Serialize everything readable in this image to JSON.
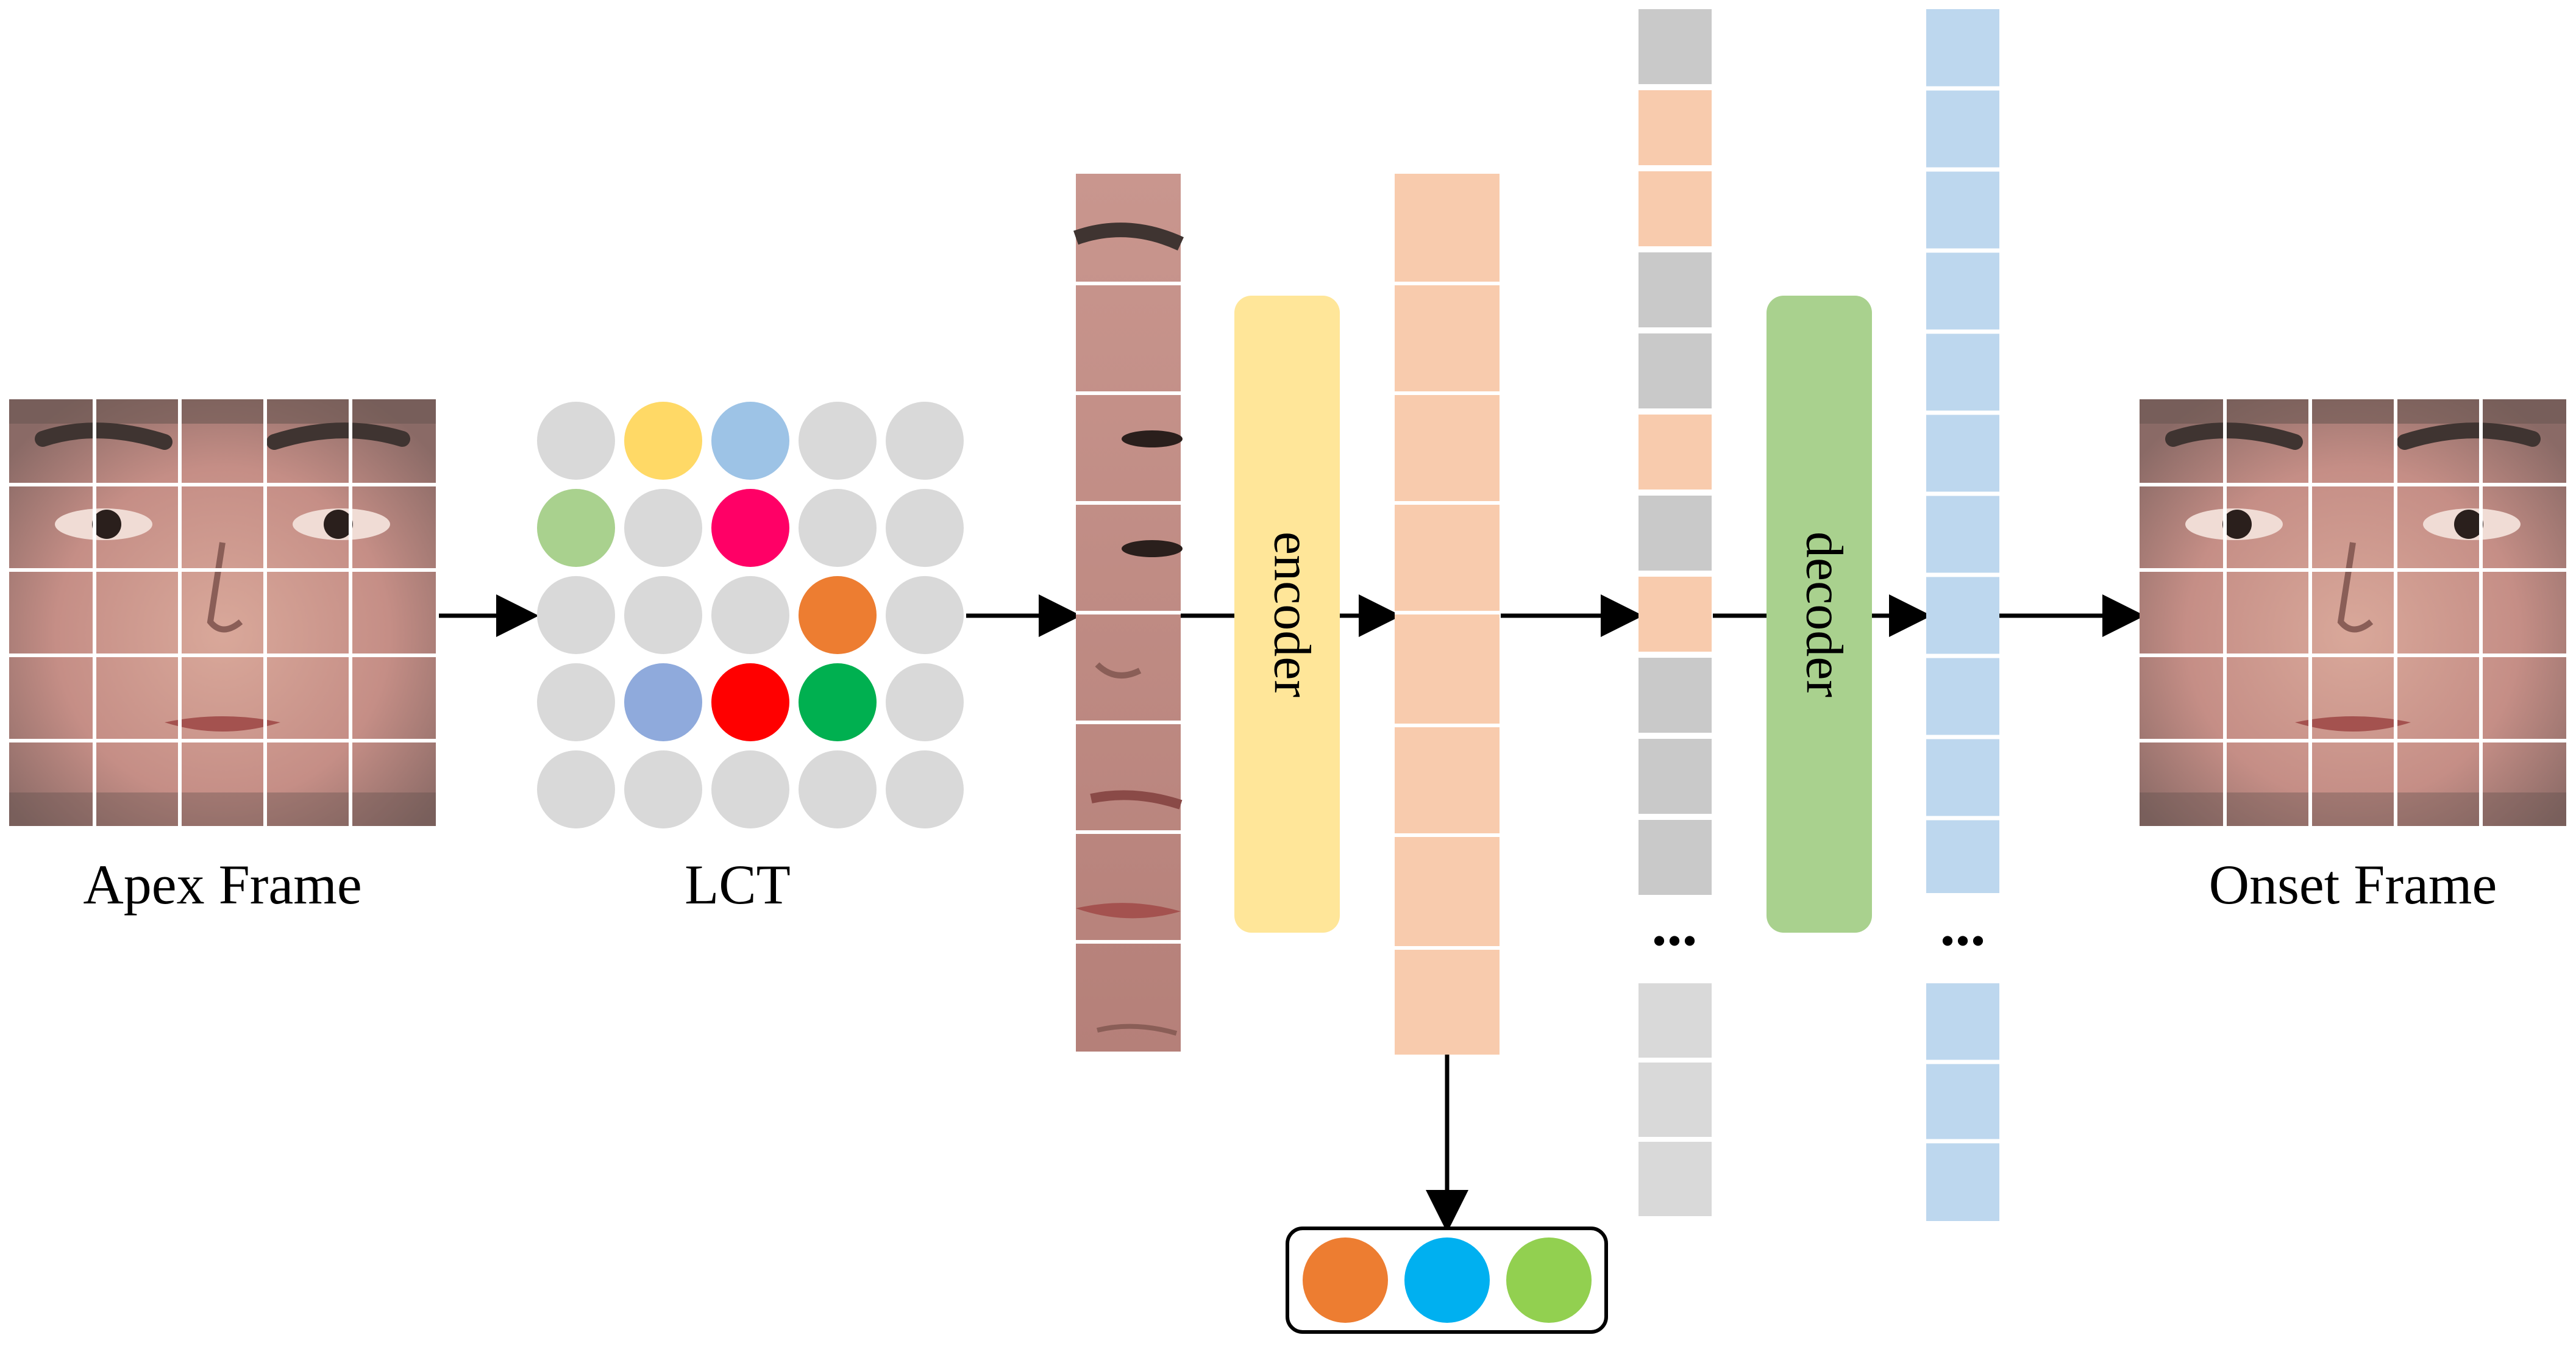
{
  "labels": {
    "apex": "Apex Frame",
    "lct": "LCT",
    "encoder": "encoder",
    "decoder": "decoder",
    "onset": "Onset Frame",
    "ellipsis": "..."
  },
  "colors": {
    "gray_dot": "#d9d9d9",
    "yellow": "#ffd966",
    "light_blue": "#9dc3e6",
    "green_light": "#a9d18e",
    "magenta": "#ff0066",
    "orange": "#ed7d31",
    "periwinkle": "#8faadc",
    "red": "#ff0000",
    "green": "#00b050",
    "encoder_fill": "#ffe699",
    "decoder_fill": "#a9d18e",
    "peach": "#f8cbad",
    "token_gray": "#c9c9c9",
    "token_gray_light": "#d9d9d9",
    "token_blue": "#bdd7ee",
    "out_orange": "#ed7d31",
    "out_cyan": "#00b0f0",
    "out_green": "#92d050"
  },
  "lct_grid": [
    [
      "gray",
      "yellow",
      "light_blue",
      "gray",
      "gray"
    ],
    [
      "green_light",
      "gray",
      "magenta",
      "gray",
      "gray"
    ],
    [
      "gray",
      "gray",
      "gray",
      "orange",
      "gray"
    ],
    [
      "gray",
      "periwinkle",
      "red",
      "green",
      "gray"
    ],
    [
      "gray",
      "gray",
      "gray",
      "gray",
      "gray"
    ]
  ],
  "masked_tokens": [
    "gray",
    "peach",
    "peach",
    "gray",
    "gray",
    "peach",
    "gray",
    "peach",
    "gray",
    "gray",
    "gray"
  ],
  "masked_tail": [
    "gray_light",
    "gray_light",
    "gray_light"
  ],
  "output_dots": [
    "out_orange",
    "out_cyan",
    "out_green"
  ]
}
